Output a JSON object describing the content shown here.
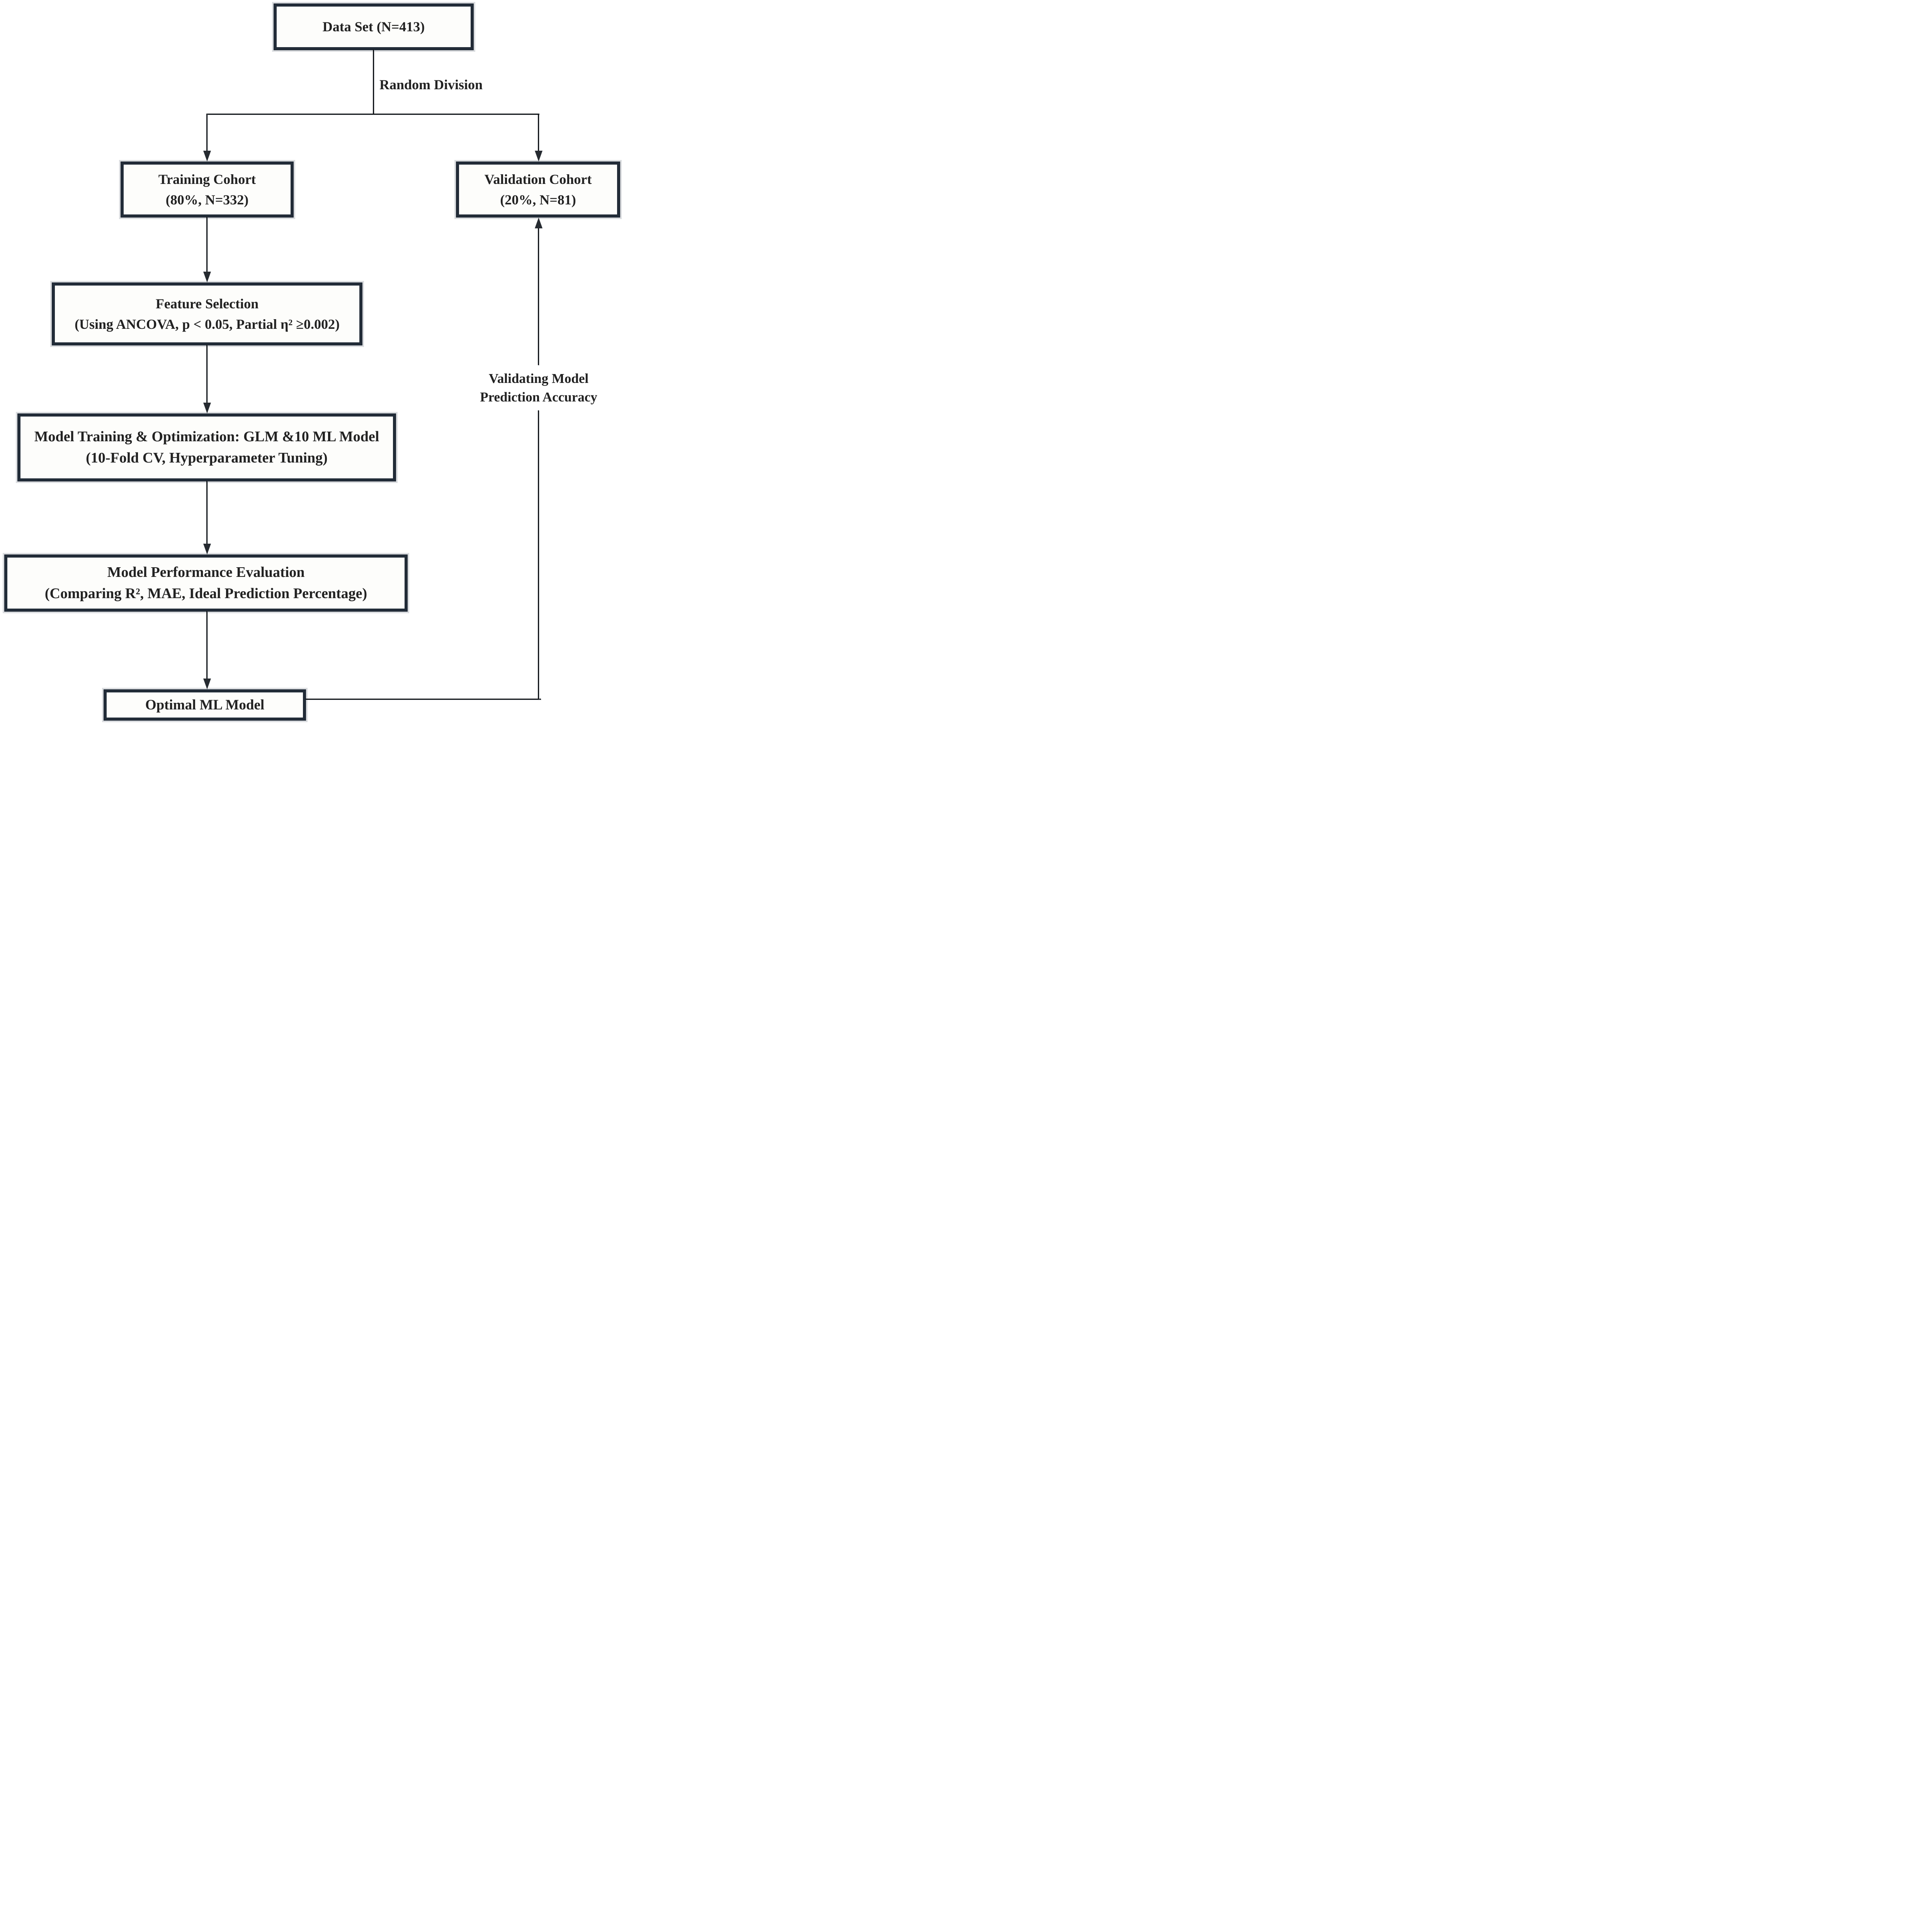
{
  "figure": {
    "colors": {
      "box_border": "#222c38",
      "box_fill": "#fdfdfb",
      "line": "#101418",
      "arrow": "#262b31",
      "text": "#222222"
    },
    "nodes": {
      "dataset": {
        "lines": [
          "Data Set (N=413)"
        ]
      },
      "training": {
        "lines": [
          "Training Cohort",
          "(80%, N=332)"
        ]
      },
      "validation": {
        "lines": [
          "Validation Cohort",
          "(20%, N=81)"
        ]
      },
      "feature_selection": {
        "lines": [
          "Feature Selection",
          "(Using ANCOVA, p < 0.05, Partial η² ≥0.002)"
        ]
      },
      "model_training": {
        "lines": [
          "Model Training & Optimization: GLM &10 ML Model",
          "(10-Fold CV, Hyperparameter Tuning)"
        ]
      },
      "evaluation": {
        "lines": [
          "Model Performance Evaluation",
          "(Comparing R², MAE, Ideal Prediction Percentage)"
        ]
      },
      "optimal": {
        "lines": [
          "Optimal ML Model"
        ]
      }
    },
    "labels": {
      "random_division": "Random Division",
      "validating_line1": "Validating Model",
      "validating_line2": "Prediction Accuracy"
    }
  }
}
